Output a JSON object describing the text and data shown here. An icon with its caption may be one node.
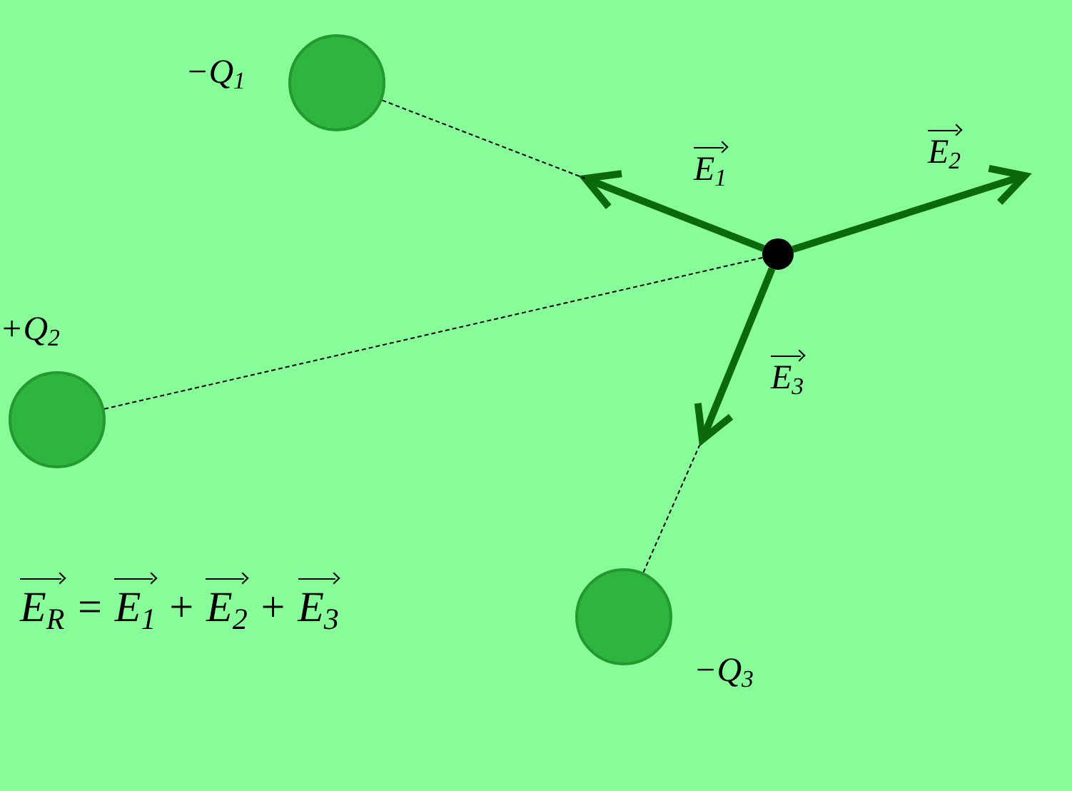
{
  "diagram": {
    "nodes": [
      {
        "text": [],
        "shape": "circle",
        "beside": [
          "−Q$_{1}$"
        ]
      },
      {
        "text": [],
        "shape": "circle",
        "beside": [
          "+Q$_{2}$"
        ]
      },
      {
        "text": [],
        "shape": "circle",
        "beside": [
          "−Q$_{3}$"
        ]
      },
      {
        "text": [],
        "shape": "circle"
      }
    ],
    "edges": [
      {
        "from": 3,
        "to": null,
        "arrow": "to",
        "label": "E$_{1}$",
        "style": "thick",
        "color": "#0b690b"
      },
      {
        "from": 3,
        "to": null,
        "arrow": "to",
        "label": "E$_{2}$",
        "style": "thick",
        "color": "#0b690b"
      },
      {
        "from": 3,
        "to": null,
        "arrow": "to",
        "label": "E$_{3}$",
        "style": "thick",
        "color": "#0b690b"
      },
      {
        "from": 0,
        "to": null,
        "arrow": "none",
        "style": "dashed",
        "color": "#000000"
      },
      {
        "from": 1,
        "to": 3,
        "arrow": "none",
        "style": "dashed",
        "color": "#000000"
      },
      {
        "from": 2,
        "to": null,
        "arrow": "none",
        "style": "dashed",
        "color": "#000000"
      }
    ],
    "labels": [
      "E$_{R}$ = E$_{1}$ + E$_{2}$ + E$_{3}$"
    ]
  }
}
